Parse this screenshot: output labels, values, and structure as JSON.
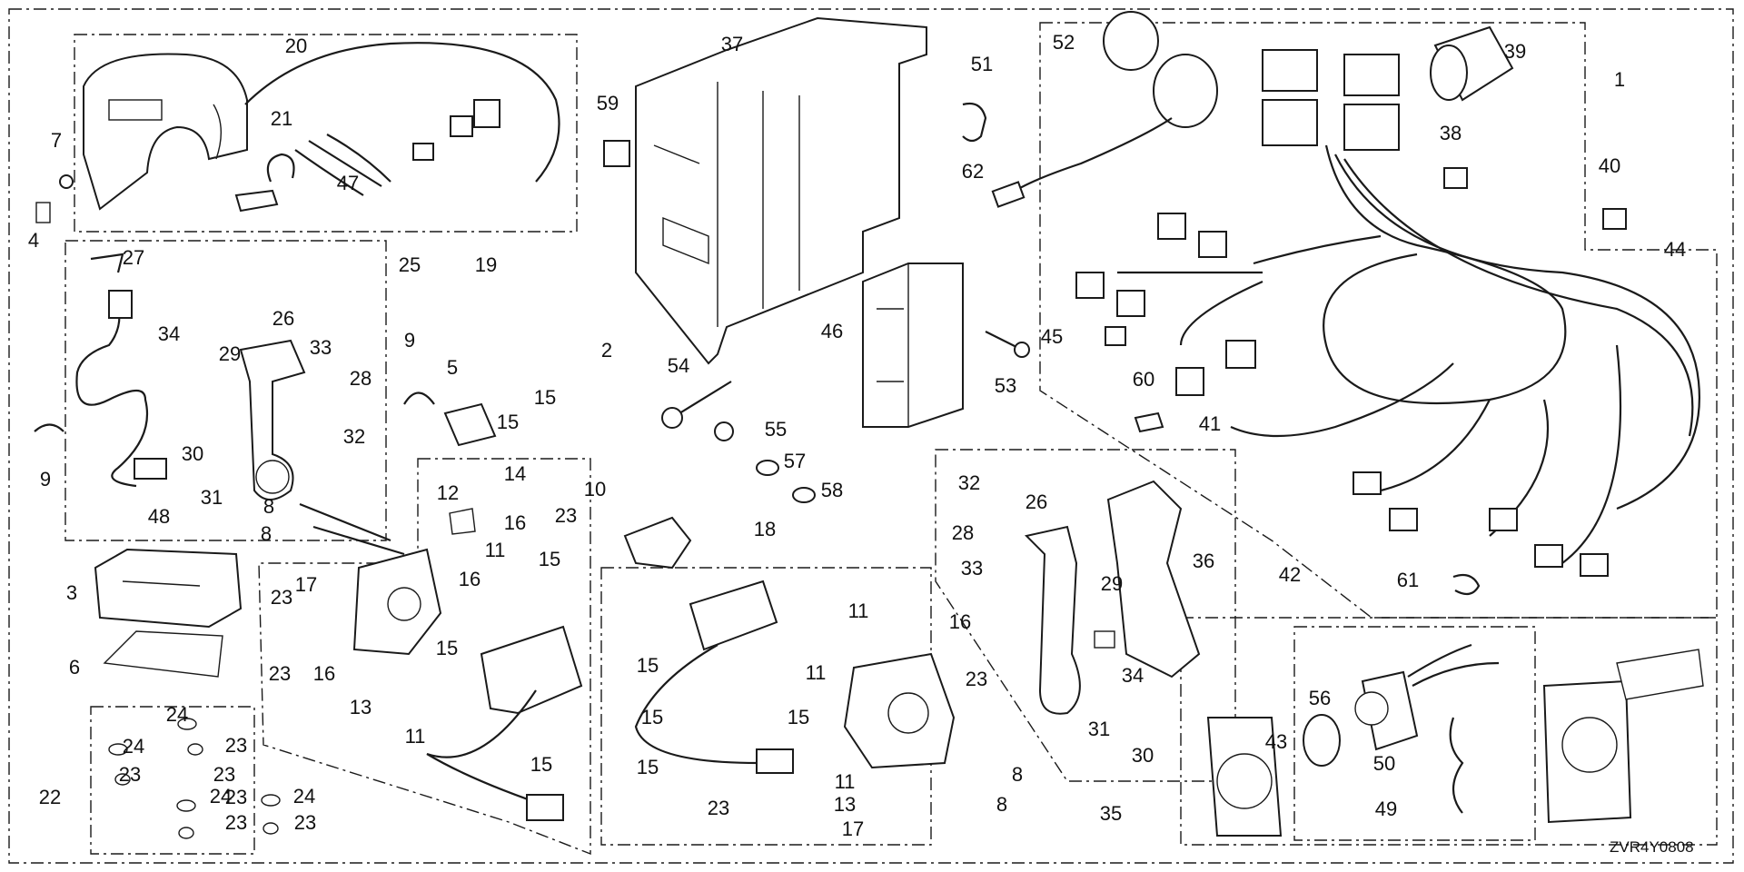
{
  "diagram": {
    "code": "ZVR4Y0808",
    "callouts": [
      {
        "n": "1"
      },
      {
        "n": "2"
      },
      {
        "n": "3"
      },
      {
        "n": "4"
      },
      {
        "n": "5"
      },
      {
        "n": "6"
      },
      {
        "n": "7"
      },
      {
        "n": "8"
      },
      {
        "n": "8"
      },
      {
        "n": "8"
      },
      {
        "n": "8"
      },
      {
        "n": "9"
      },
      {
        "n": "9"
      },
      {
        "n": "10"
      },
      {
        "n": "11"
      },
      {
        "n": "11"
      },
      {
        "n": "11"
      },
      {
        "n": "11"
      },
      {
        "n": "11"
      },
      {
        "n": "12"
      },
      {
        "n": "13"
      },
      {
        "n": "13"
      },
      {
        "n": "14"
      },
      {
        "n": "15"
      },
      {
        "n": "15"
      },
      {
        "n": "15"
      },
      {
        "n": "15"
      },
      {
        "n": "15"
      },
      {
        "n": "15"
      },
      {
        "n": "15"
      },
      {
        "n": "15"
      },
      {
        "n": "15"
      },
      {
        "n": "16"
      },
      {
        "n": "16"
      },
      {
        "n": "16"
      },
      {
        "n": "16"
      },
      {
        "n": "17"
      },
      {
        "n": "17"
      },
      {
        "n": "18"
      },
      {
        "n": "19"
      },
      {
        "n": "20"
      },
      {
        "n": "21"
      },
      {
        "n": "22"
      },
      {
        "n": "23"
      },
      {
        "n": "23"
      },
      {
        "n": "23"
      },
      {
        "n": "23"
      },
      {
        "n": "23"
      },
      {
        "n": "23"
      },
      {
        "n": "23"
      },
      {
        "n": "23"
      },
      {
        "n": "23"
      },
      {
        "n": "23"
      },
      {
        "n": "23"
      },
      {
        "n": "24"
      },
      {
        "n": "24"
      },
      {
        "n": "24"
      },
      {
        "n": "24"
      },
      {
        "n": "25"
      },
      {
        "n": "26"
      },
      {
        "n": "26"
      },
      {
        "n": "27"
      },
      {
        "n": "28"
      },
      {
        "n": "28"
      },
      {
        "n": "29"
      },
      {
        "n": "29"
      },
      {
        "n": "30"
      },
      {
        "n": "30"
      },
      {
        "n": "31"
      },
      {
        "n": "31"
      },
      {
        "n": "32"
      },
      {
        "n": "32"
      },
      {
        "n": "33"
      },
      {
        "n": "33"
      },
      {
        "n": "34"
      },
      {
        "n": "34"
      },
      {
        "n": "35"
      },
      {
        "n": "36"
      },
      {
        "n": "37"
      },
      {
        "n": "38"
      },
      {
        "n": "39"
      },
      {
        "n": "40"
      },
      {
        "n": "41"
      },
      {
        "n": "42"
      },
      {
        "n": "43"
      },
      {
        "n": "44"
      },
      {
        "n": "45"
      },
      {
        "n": "46"
      },
      {
        "n": "47"
      },
      {
        "n": "48"
      },
      {
        "n": "49"
      },
      {
        "n": "50"
      },
      {
        "n": "51"
      },
      {
        "n": "52"
      },
      {
        "n": "53"
      },
      {
        "n": "54"
      },
      {
        "n": "55"
      },
      {
        "n": "56"
      },
      {
        "n": "57"
      },
      {
        "n": "58"
      },
      {
        "n": "59"
      },
      {
        "n": "60"
      },
      {
        "n": "61"
      },
      {
        "n": "62"
      }
    ]
  }
}
